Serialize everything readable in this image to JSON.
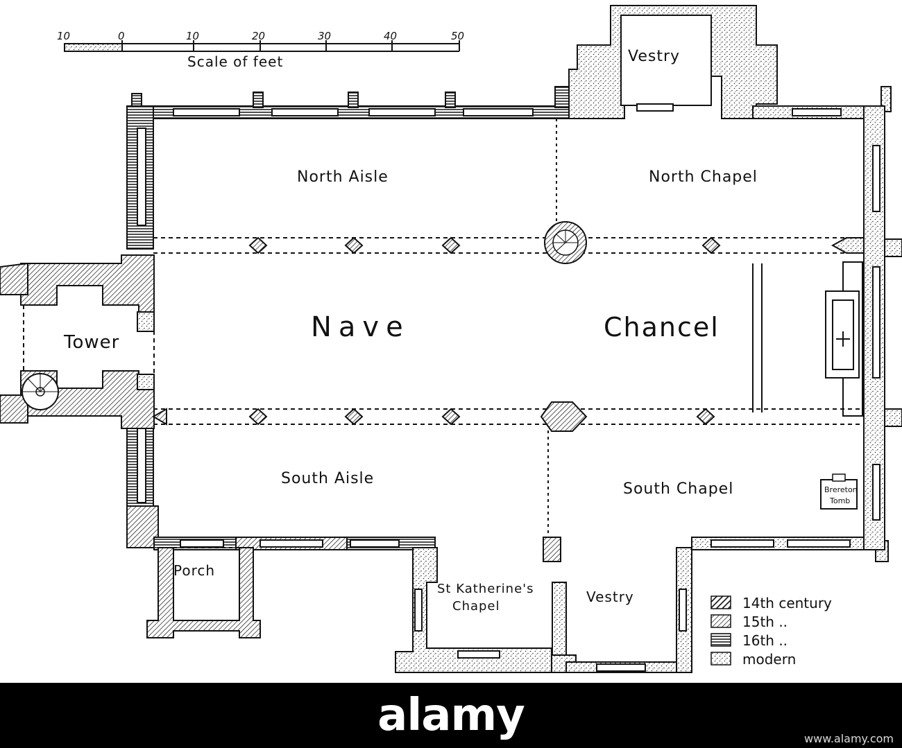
{
  "scale": {
    "ticks": [
      "10",
      "0",
      "10",
      "20",
      "30",
      "40",
      "50"
    ],
    "label": "Scale of feet"
  },
  "rooms": {
    "vestry_north": "Vestry",
    "north_aisle": "North Aisle",
    "north_chapel": "North Chapel",
    "nave": "Nave",
    "chancel": "Chancel",
    "tower": "Tower",
    "south_aisle": "South Aisle",
    "south_chapel": "South Chapel",
    "brereton_tomb_line1": "Brereton",
    "brereton_tomb_line2": "Tomb",
    "porch": "Porch",
    "st_katherines_line1": "St Katherine's",
    "st_katherines_line2": "Chapel",
    "vestry_south": "Vestry"
  },
  "legend": [
    {
      "label": "14th century"
    },
    {
      "label": "15th  .."
    },
    {
      "label": "16th  .."
    },
    {
      "label": "modern"
    }
  ],
  "watermark": {
    "brand": "alamy",
    "footer": "www.alamy.com"
  }
}
